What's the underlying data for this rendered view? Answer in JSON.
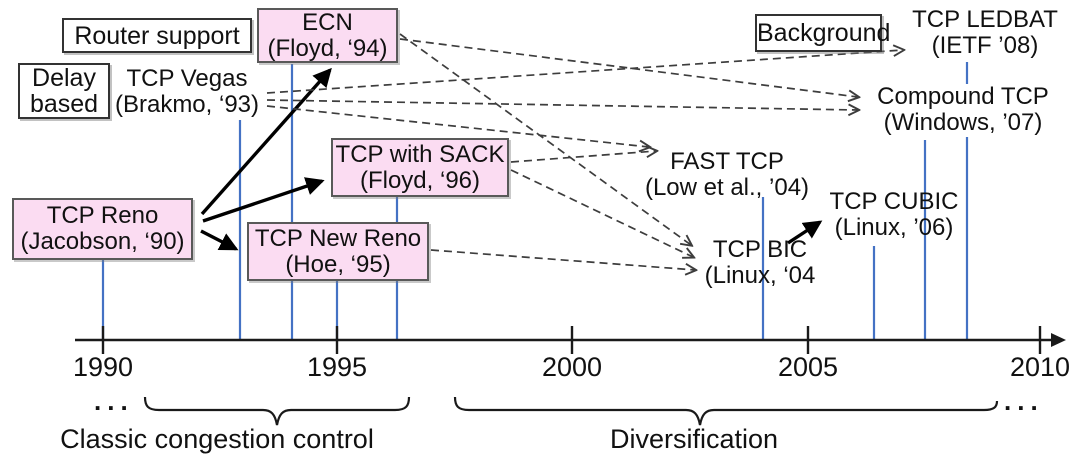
{
  "colors": {
    "accent_blue": "#4472c4",
    "node_fill_pink": "#fbdcf2",
    "node_border_gray": "#595959",
    "dashed_arrow": "#3d3d3d",
    "ink": "#111111"
  },
  "category_labels": {
    "router_support": "Router support",
    "delay_based": {
      "lines": [
        "Delay",
        "based"
      ]
    },
    "background": "Background"
  },
  "nodes": {
    "tcp_reno": {
      "lines": [
        "TCP Reno",
        "(Jacobson, ‘90)"
      ]
    },
    "tcp_vegas": {
      "lines": [
        "TCP Vegas",
        "(Brakmo, ‘93)"
      ]
    },
    "ecn": {
      "lines": [
        "ECN",
        "(Floyd, ‘94)"
      ]
    },
    "tcp_new_reno": {
      "lines": [
        "TCP New Reno",
        "(Hoe, ‘95)"
      ]
    },
    "tcp_with_sack": {
      "lines": [
        "TCP with SACK",
        "(Floyd, ‘96)"
      ]
    },
    "fast_tcp": {
      "lines": [
        "FAST TCP",
        "(Low et al., ’04)"
      ]
    },
    "tcp_bic": {
      "lines": [
        "TCP BIC",
        "(Linux, ‘04"
      ]
    },
    "tcp_cubic": {
      "lines": [
        "TCP CUBIC",
        "(Linux, ’06)"
      ]
    },
    "compound_tcp": {
      "lines": [
        "Compound TCP",
        "(Windows, ’07)"
      ]
    },
    "tcp_ledbat": {
      "lines": [
        "TCP LEDBAT",
        "(IETF ’08)"
      ]
    }
  },
  "edges": [
    {
      "from": "tcp_reno",
      "to": "ecn",
      "style": "solid"
    },
    {
      "from": "tcp_reno",
      "to": "tcp_with_sack",
      "style": "solid"
    },
    {
      "from": "tcp_reno",
      "to": "tcp_new_reno",
      "style": "solid"
    },
    {
      "from": "tcp_bic",
      "to": "tcp_cubic",
      "style": "solid"
    },
    {
      "from": "tcp_vegas",
      "to": "tcp_ledbat",
      "style": "dashed"
    },
    {
      "from": "tcp_vegas",
      "to": "compound_tcp",
      "style": "dashed"
    },
    {
      "from": "tcp_vegas",
      "to": "fast_tcp",
      "style": "dashed"
    },
    {
      "from": "ecn",
      "to": "compound_tcp",
      "style": "dashed"
    },
    {
      "from": "ecn",
      "to": "tcp_bic",
      "style": "dashed"
    },
    {
      "from": "tcp_with_sack",
      "to": "fast_tcp",
      "style": "dashed"
    },
    {
      "from": "tcp_with_sack",
      "to": "tcp_bic",
      "style": "dashed"
    },
    {
      "from": "tcp_new_reno",
      "to": "tcp_bic",
      "style": "dashed"
    }
  ],
  "timeline": {
    "years": [
      "1990",
      "1995",
      "2000",
      "2005",
      "2010"
    ],
    "ellipsis_left": "...",
    "ellipsis_right": "...",
    "eras": [
      "Classic congestion control",
      "Diversification"
    ]
  }
}
